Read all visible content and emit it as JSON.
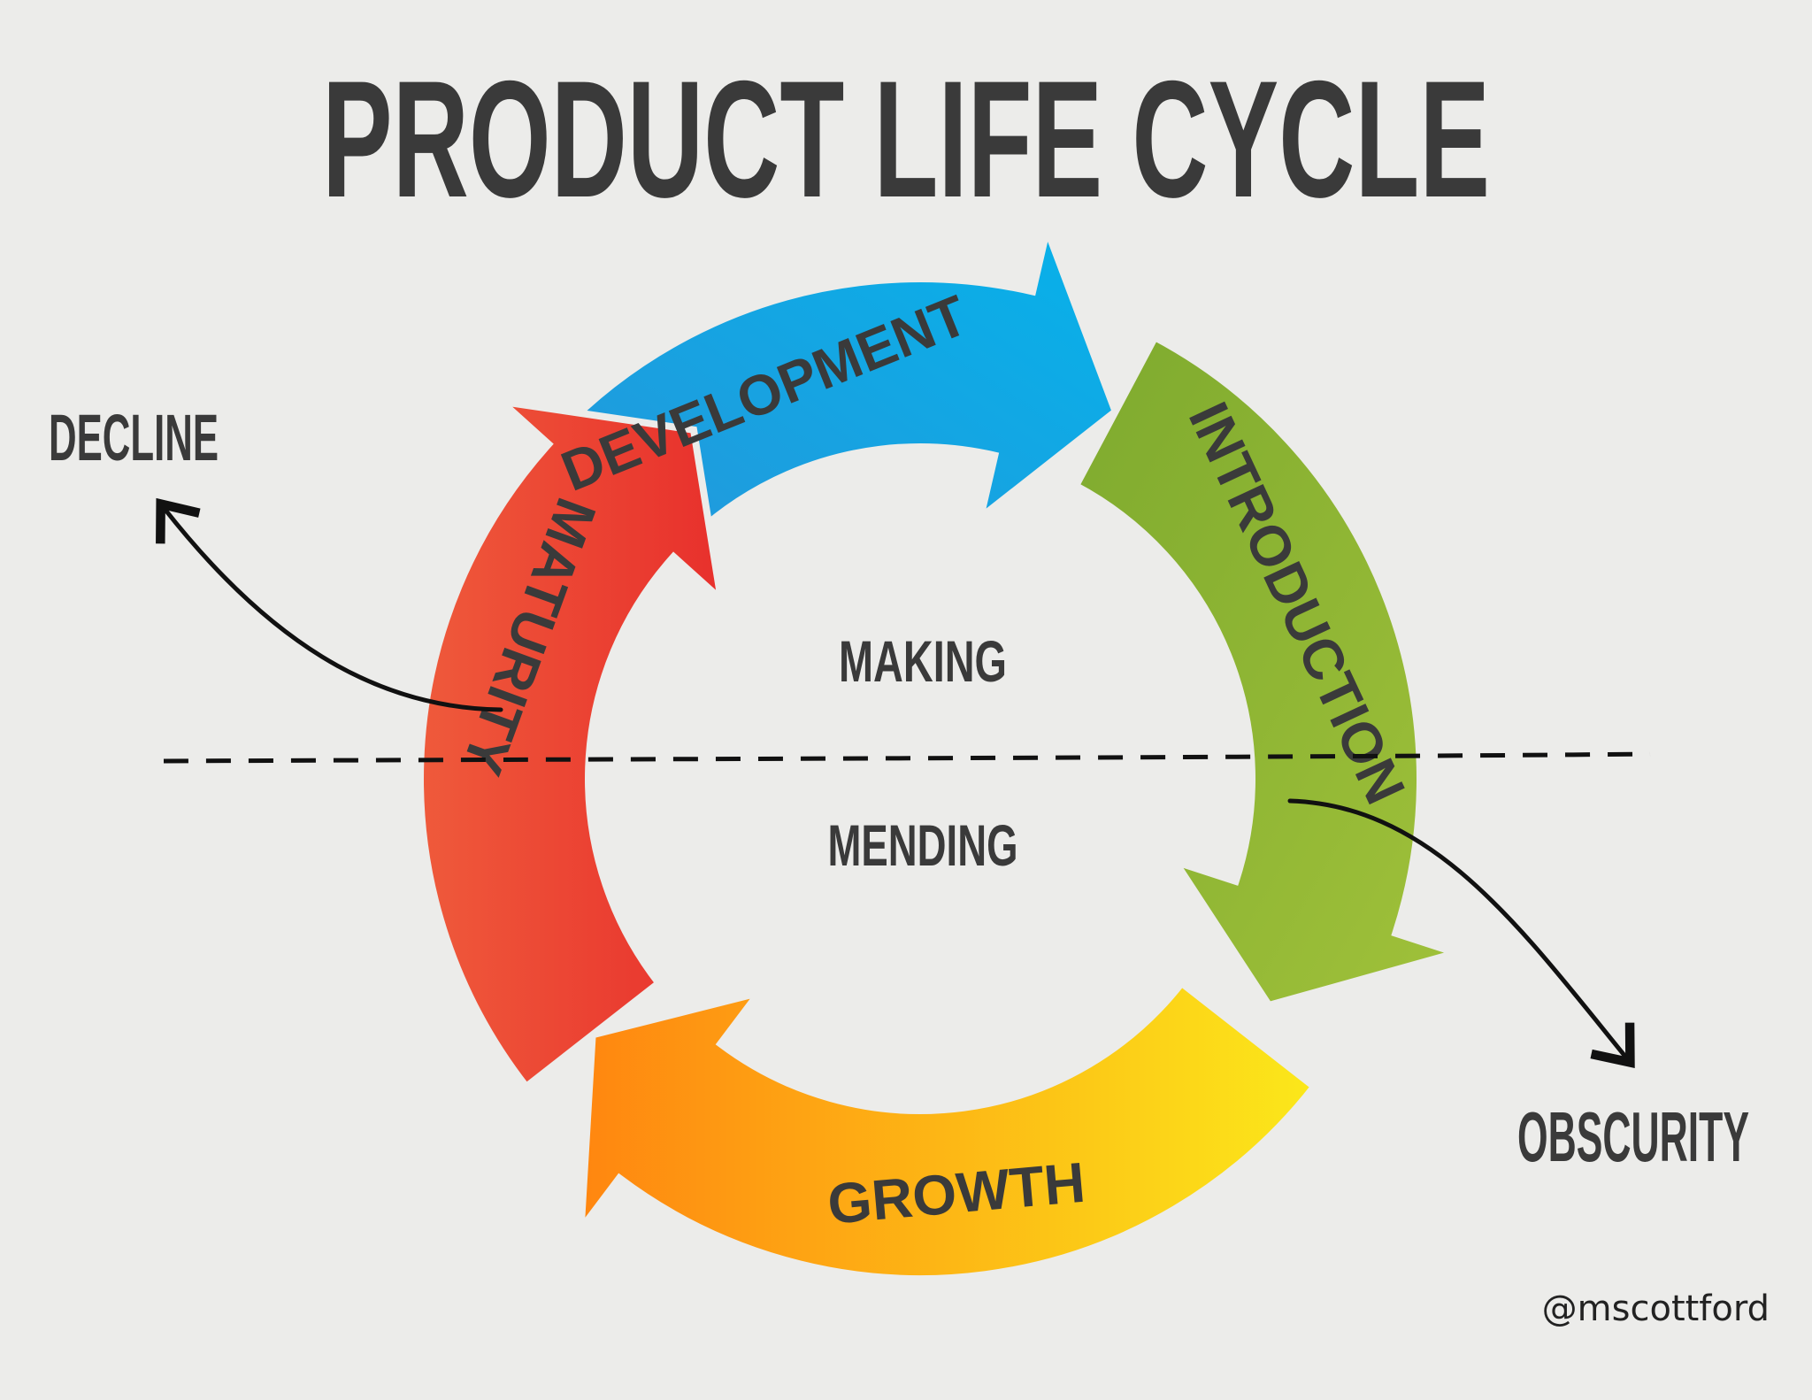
{
  "title": "PRODUCT LIFE CYCLE",
  "stages": [
    {
      "label": "DEVELOPMENT",
      "color_start": "#2d8fd6",
      "color_end": "#06b2ea"
    },
    {
      "label": "INTRODUCTION",
      "color_start": "#7eaa2e",
      "color_end": "#a0c13a"
    },
    {
      "label": "GROWTH",
      "color_start": "#ff8610",
      "color_end": "#fbe81a"
    },
    {
      "label": "MATURITY",
      "color_start": "#e8302c",
      "color_end": "#ef5a3b"
    }
  ],
  "zones": {
    "upper": "MAKING",
    "lower": "MENDING"
  },
  "exits": {
    "left": "DECLINE",
    "right": "OBSCURITY"
  },
  "credit": "@mscottford",
  "colors": {
    "text": "#3a3a3a",
    "background": "#ececea",
    "ink": "#111111"
  }
}
